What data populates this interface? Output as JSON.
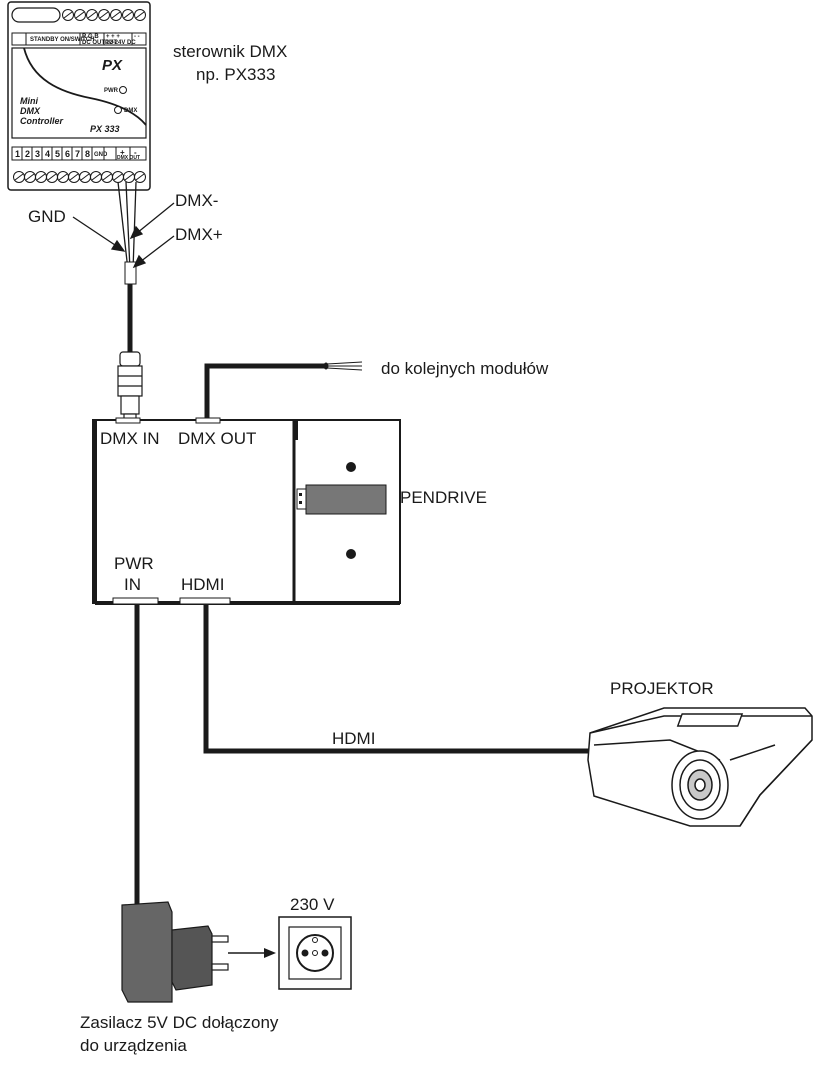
{
  "controller": {
    "label_line1": "sterownik DMX",
    "label_line2": "np. PX333",
    "brand": "PX",
    "model": "PX 333",
    "text_line1": "Mini",
    "text_line2": "DMX",
    "text_line3": "Controller",
    "led_pwr": "PWR",
    "led_dmx": "DMX",
    "top_terminal_labels": [
      "STANDBY ON/SWITCH",
      "R G B",
      "DC OUTPUT",
      "+ + +",
      "- -",
      "12-24V DC"
    ],
    "bottom_terminal_numbers": [
      "1",
      "2",
      "3",
      "4",
      "5",
      "6",
      "7",
      "8"
    ],
    "bottom_terminal_extra": [
      "GND",
      "+",
      "-",
      "DMX OUT"
    ]
  },
  "wires": {
    "gnd": "GND",
    "dmx_minus": "DMX-",
    "dmx_plus": "DMX+",
    "next_modules": "do kolejnych modułów"
  },
  "module": {
    "dmx_in": "DMX IN",
    "dmx_out": "DMX OUT",
    "pwr_line1": "PWR",
    "pwr_line2": "IN",
    "hdmi_port": "HDMI",
    "pendrive": "PENDRIVE"
  },
  "projector": {
    "label": "PROJEKTOR",
    "cable_label": "HDMI"
  },
  "power": {
    "outlet_voltage": "230 V",
    "psu_line1": "Zasilacz 5V DC dołączony",
    "psu_line2": "do urządzenia"
  }
}
